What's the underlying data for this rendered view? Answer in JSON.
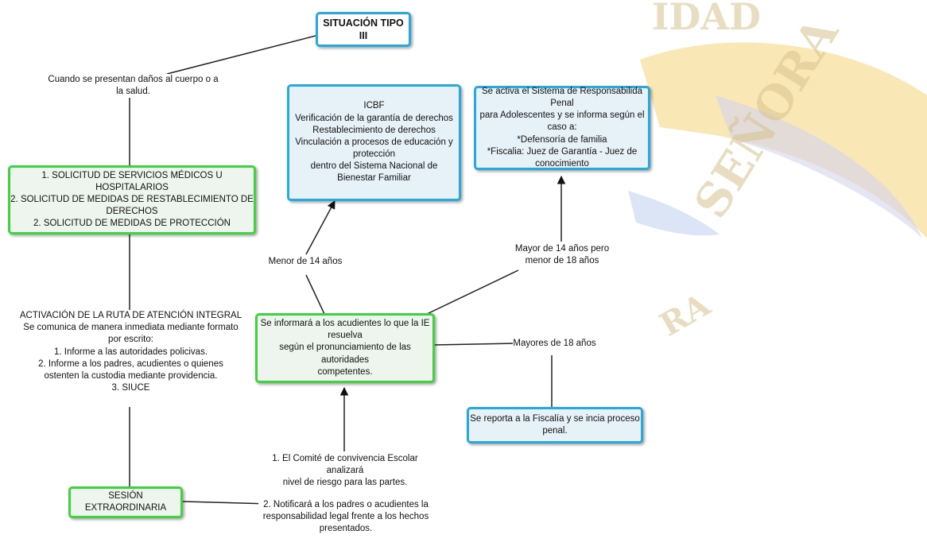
{
  "watermark": {
    "top_text": "IDAD",
    "right_text": "SEÑORA",
    "lower_text": "RA",
    "colors": {
      "gold": "#f5d37a",
      "lavender": "#d3d4ec",
      "blue": "#c4d3ee"
    }
  },
  "nodes": {
    "title": "SITUACIÓN TIPO III",
    "icbf": "ICBF\nVerificación de la garantía de derechos\nRestablecimiento de derechos\nVinculación a procesos de educación y protección\ndentro del Sistema Nacional de\nBienestar Familiar",
    "responsabilidad": "Se activa el Sistema de Responsabilida Penal\npara Adolescentes y se informa según el caso a:\n*Defensoría de familia\n*Fiscalia: Juez de Garantía - Juez de conocimiento",
    "solicitudes": "1. SOLICITUD DE SERVICIOS MÉDICOS U HOSPITALARIOS\n2. SOLICITUD DE MEDIDAS DE RESTABLECIMIENTO DE DERECHOS\n2. SOLICITUD DE MEDIDAS DE PROTECCIÓN",
    "informara": "Se informará a los acudientes lo que la IE  resuelva\nsegún el pronunciamiento de las autoridades\ncompetentes.",
    "fiscalia": "Se reporta a la Fiscalía y se incia proceso penal.",
    "sesion": "SESIÓN EXTRAORDINARIA"
  },
  "labels": {
    "danos": "Cuando se presentan daños al cuerpo o a la salud.",
    "menor14": "Menor de 14 años",
    "mayor14": "Mayor de 14 años pero\nmenor de 18 años",
    "mayores18": "Mayores de 18 años",
    "ruta": "ACTIVACIÓN DE LA RUTA DE ATENCIÓN INTEGRAL\nSe comunica de manera inmediata mediante formato por escrito:\n1. Informe a las autoridades policivas.\n2. Informe a los padres, acudientes o quienes\nostenten la custodia mediante providencia.\n3. SIUCE",
    "comite": "1. El Comité de convivencia Escolar analizará\nnivel de riesgo para las partes.",
    "notificara": "2. Notificará a los padres o acudientes la\nresponsabilidad legal frente a los hechos\npresentados."
  }
}
